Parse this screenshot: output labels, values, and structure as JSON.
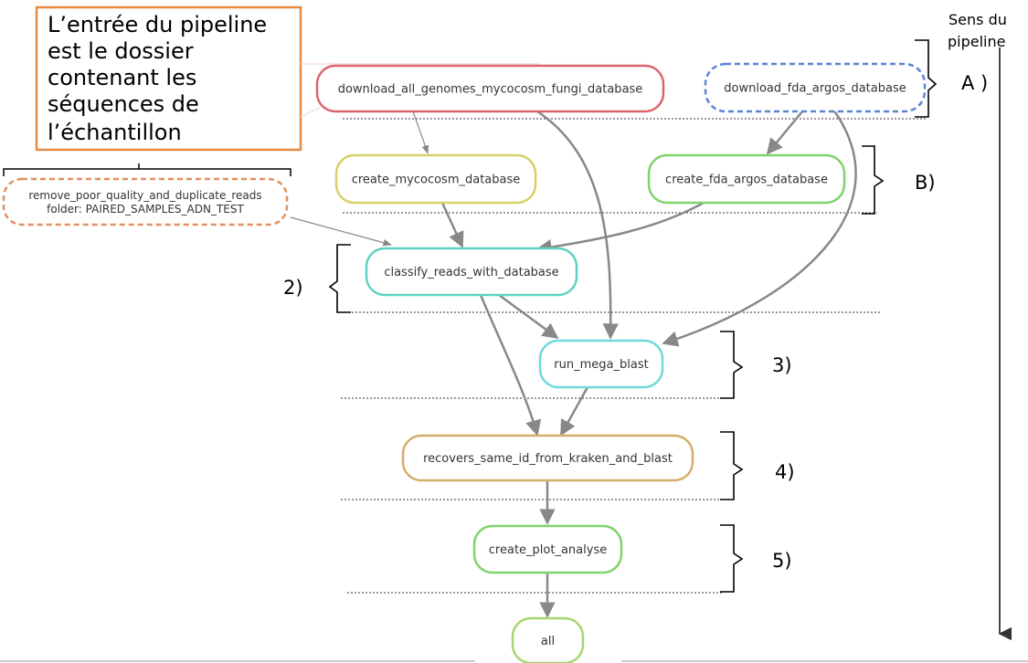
{
  "colors": {
    "red": "#d9666f",
    "blue": "#5b83d6",
    "yellow": "#d6d068",
    "green": "#7ed36a",
    "teal": "#5ed3c1",
    "cyan": "#6fd9dd",
    "tan": "#d6ad6a",
    "lime": "#a6d66f",
    "orange": "#e0915f",
    "callout": "#e88a42",
    "edge": "#888888"
  },
  "callout": {
    "lines": [
      "L’entrée du pipeline",
      "est le dossier",
      "contenant les",
      "séquences de",
      "l’échantillon"
    ]
  },
  "axis": {
    "lines": [
      "Sens du",
      "pipeline"
    ]
  },
  "nodes": {
    "download_mycocosm": {
      "label": "download_all_genomes_mycocosm_fungi_database"
    },
    "download_fda": {
      "label": "download_fda_argos_database"
    },
    "create_mycocosm": {
      "label": "create_mycocosm_database"
    },
    "create_fda": {
      "label": "create_fda_argos_database"
    },
    "remove_poor": {
      "label": "remove_poor_quality_and_duplicate_reads",
      "sublabel": "folder: PAIRED_SAMPLES_ADN_TEST"
    },
    "classify": {
      "label": "classify_reads_with_database"
    },
    "megablast": {
      "label": "run_mega_blast"
    },
    "recovers": {
      "label": "recovers_same_id_from_kraken_and_blast"
    },
    "plot": {
      "label": "create_plot_analyse"
    },
    "all": {
      "label": "all"
    }
  },
  "steps": {
    "a": "A )",
    "b": "B)",
    "s2": "2)",
    "s3": "3)",
    "s4": "4)",
    "s5": "5)"
  }
}
